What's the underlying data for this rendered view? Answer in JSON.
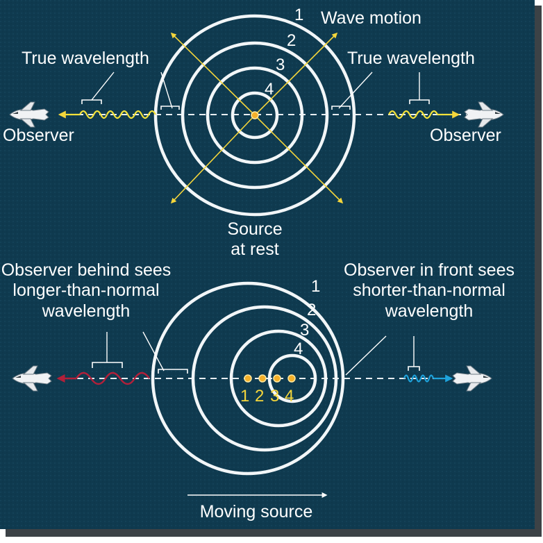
{
  "colors": {
    "background": "#0f3a4f",
    "ring": "#f2f6f8",
    "arrow": "#f5d63b",
    "wave_true": "#f3e23a",
    "wave_long": "#b2203a",
    "wave_short": "#1ea3dc",
    "source_dot": "#f4b02a"
  },
  "top": {
    "ring_numbers": [
      "1",
      "2",
      "3",
      "4"
    ],
    "wave_motion_label": "Wave motion",
    "left_wavelength_label": "True wavelength",
    "right_wavelength_label": "True wavelength",
    "left_observer_label": "Observer",
    "right_observer_label": "Observer",
    "source_label_line1": "Source",
    "source_label_line2": "at rest"
  },
  "bottom": {
    "ring_numbers": [
      "1",
      "2",
      "3",
      "4"
    ],
    "source_numbers": [
      "1",
      "2",
      "3",
      "4"
    ],
    "left_caption": [
      "Observer behind sees",
      "longer-than-normal",
      "wavelength"
    ],
    "right_caption": [
      "Observer in front sees",
      "shorter-than-normal",
      "wavelength"
    ],
    "moving_source_label": "Moving source"
  },
  "icons": [
    "space-shuttle-icon",
    "arrow-icon"
  ]
}
